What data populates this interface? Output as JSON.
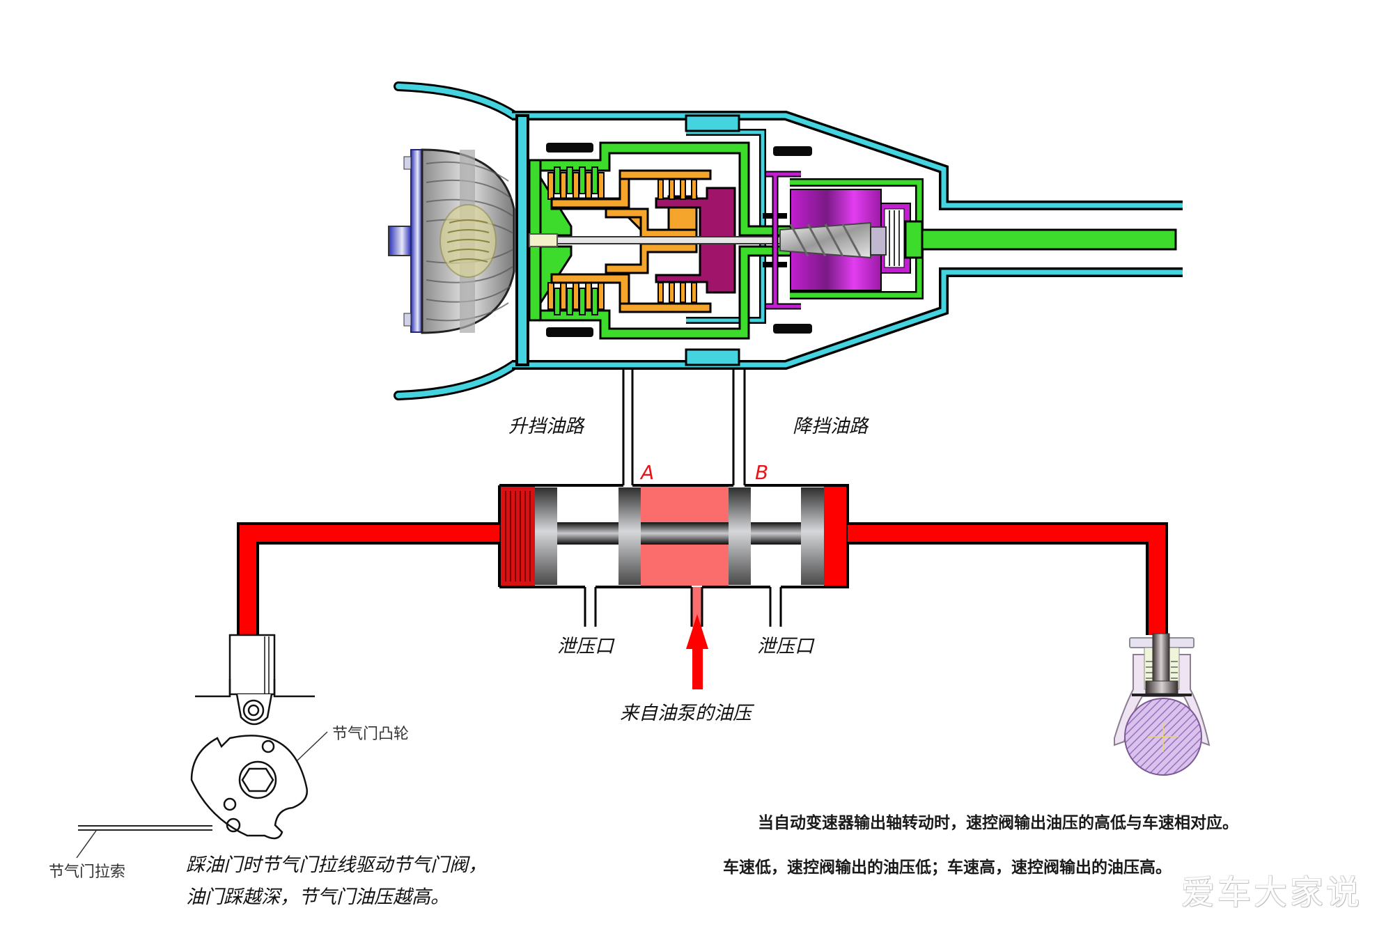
{
  "diagram": {
    "title": "Automatic transmission shift valve hydraulic circuit",
    "labels": {
      "upshift_line": "升挡油路",
      "downshift_line": "降挡油路",
      "port_a": "A",
      "port_b": "B",
      "drain_left": "泄压口",
      "drain_right": "泄压口",
      "pump_pressure": "来自油泵的油压",
      "throttle_cam": "节气门凸轮",
      "throttle_cable": "节气门拉索"
    },
    "notes": {
      "throttle_line1": "踩油门时节气门拉线驱动节气门阀，",
      "throttle_line2": "油门踩越深，节气门油压越高。",
      "governor_line1": "当自动变速器输出轴转动时，速控阀输出油压的高低与车速相对应。",
      "governor_line2": "车速低，速控阀输出的油压低；车速高，速控阀输出的油压高。"
    },
    "watermark": "爱车大家说",
    "colors": {
      "pressure_red": "#ff0000",
      "pump_pink": "#fb6c6c",
      "casing_cyan": "#45d3e0",
      "clutch_green": "#3ddc2c",
      "drum_orange": "#f6a52c",
      "hub_magenta": "#a0156a",
      "planetary_purple": "#c21fd0",
      "governor_lilac": "#d8c2e6"
    }
  }
}
